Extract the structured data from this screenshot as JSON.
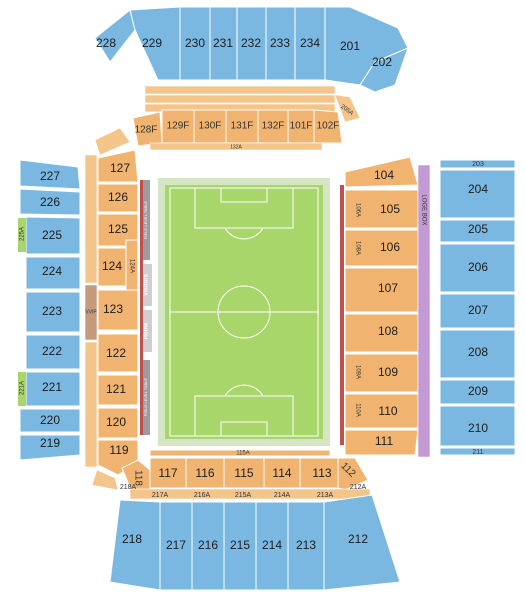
{
  "upper_north": [
    "228",
    "229",
    "230",
    "231",
    "232",
    "233",
    "234",
    "201",
    "202"
  ],
  "club_row": [
    "128F",
    "129F",
    "130F",
    "131F",
    "132F",
    "101F",
    "102F"
  ],
  "club_walkway": "132A",
  "lower_west": [
    "127",
    "126",
    "125",
    "124",
    "123",
    "122",
    "121",
    "120",
    "119",
    "118"
  ],
  "lower_east": [
    "104",
    "105",
    "106",
    "107",
    "108",
    "109",
    "110",
    "111",
    "112"
  ],
  "lower_south": [
    "117",
    "116",
    "115",
    "114",
    "113"
  ],
  "south_walkway": [
    "217A",
    "216A",
    "215A",
    "214A",
    "213A",
    "212A",
    "218A",
    "115A"
  ],
  "upper_west": [
    "227",
    "226",
    "225",
    "224",
    "223",
    "222",
    "221",
    "220",
    "219"
  ],
  "upper_east": [
    "203",
    "204",
    "205",
    "206",
    "207",
    "208",
    "209",
    "210",
    "211"
  ],
  "upper_south": [
    "218",
    "217",
    "216",
    "215",
    "214",
    "213",
    "212"
  ],
  "aisle_labels": [
    "124A",
    "108A",
    "106A",
    "110A",
    "109A",
    "225A",
    "221A",
    "205A"
  ],
  "benches": {
    "visitors": "Visitors",
    "home": "Home"
  },
  "vip_label": "VVIP",
  "logo_box": "LOGE BOX",
  "field_level_left": "FIELD LEVEL TABLE",
  "colors": {
    "upper": "#7ab8e2",
    "lower": "#f0b470",
    "pitch": "#a9d66b",
    "loge": "#c49ad4"
  }
}
